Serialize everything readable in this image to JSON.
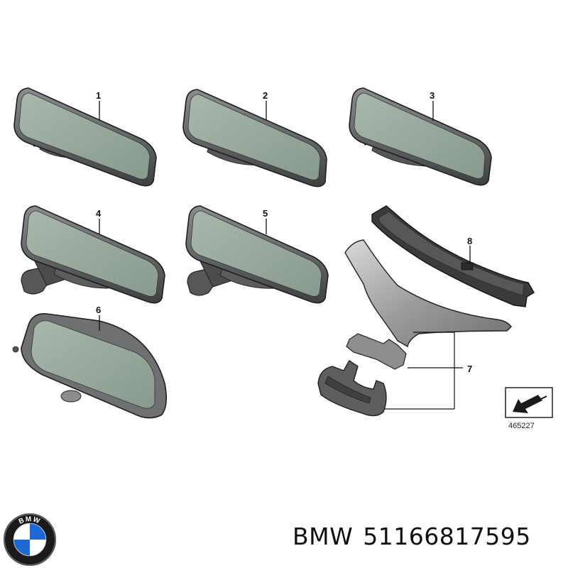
{
  "callouts": [
    {
      "number": "1",
      "part": "interior-mirror"
    },
    {
      "number": "2",
      "part": "interior-mirror"
    },
    {
      "number": "3",
      "part": "interior-mirror"
    },
    {
      "number": "4",
      "part": "interior-mirror"
    },
    {
      "number": "5",
      "part": "interior-mirror"
    },
    {
      "number": "6",
      "part": "interior-mirror"
    },
    {
      "number": "7",
      "part": "mirror-base-cover"
    },
    {
      "number": "8",
      "part": "cover-trim-strip"
    }
  ],
  "diagram_reference": "465227",
  "brand": {
    "name": "BMW",
    "logo_text": "BMW",
    "colors": {
      "blue": "#1c69d4",
      "ring": "#1a1a1a",
      "white": "#ffffff"
    }
  },
  "part_number": "51166817595",
  "colors": {
    "mirror_glass": "#94a79b",
    "mirror_frame": "#5c5e60",
    "frame_dark": "#2e2f30",
    "trim_grey": "#8c8e90"
  }
}
